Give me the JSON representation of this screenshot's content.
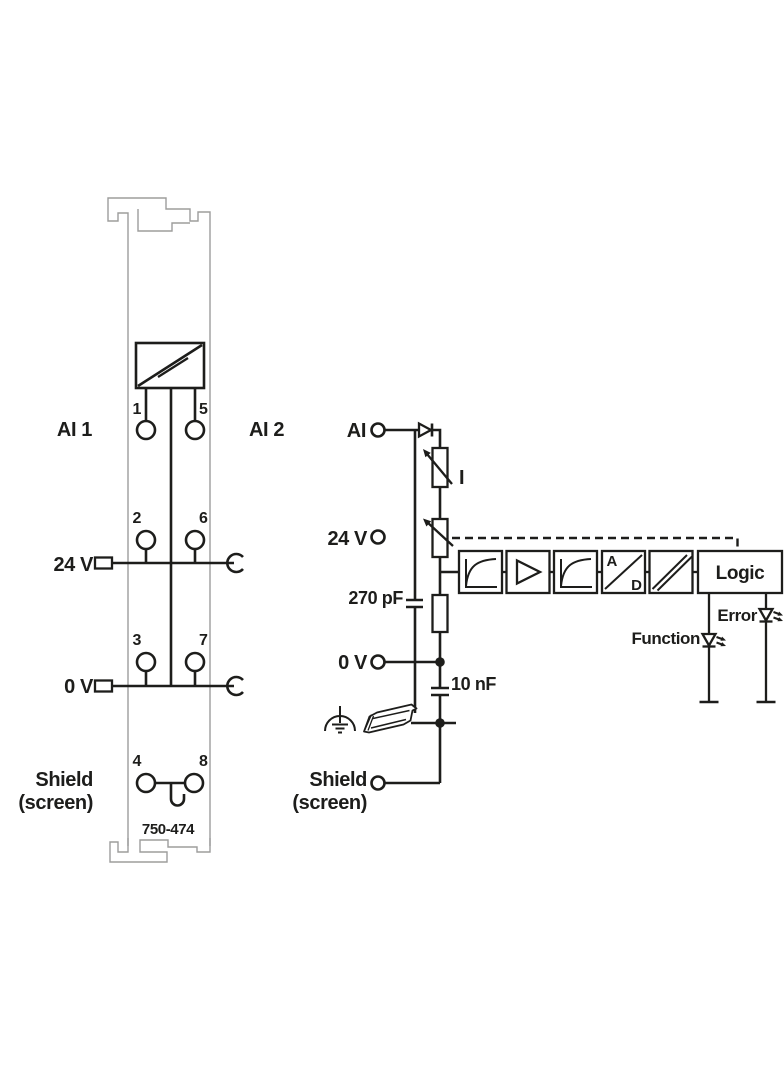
{
  "colors": {
    "line": "#1d1d1b",
    "housing_outline": "#9d9d9c",
    "background": "#ffffff"
  },
  "module": {
    "part_number": "750-474",
    "left_channel_label": "AI 1",
    "right_channel_label": "AI 2",
    "power_label": "24 V",
    "ground_label": "0 V",
    "shield_label_line1": "Shield",
    "shield_label_line2": "(screen)",
    "terminals": {
      "t1": "1",
      "t2": "2",
      "t3": "3",
      "t4": "4",
      "t5": "5",
      "t6": "6",
      "t7": "7",
      "t8": "8"
    }
  },
  "schematic": {
    "input_label": "AI",
    "power_label": "24 V",
    "ground_label": "0 V",
    "shield_label_line1": "Shield",
    "shield_label_line2": "(screen)",
    "current_source_label": "I",
    "capacitor1_label": "270 pF",
    "capacitor2_label": "10 nF",
    "adc_letter_a": "A",
    "adc_letter_d": "D",
    "logic_block_label": "Logic",
    "function_led_label": "Function",
    "error_led_label": "Error"
  }
}
